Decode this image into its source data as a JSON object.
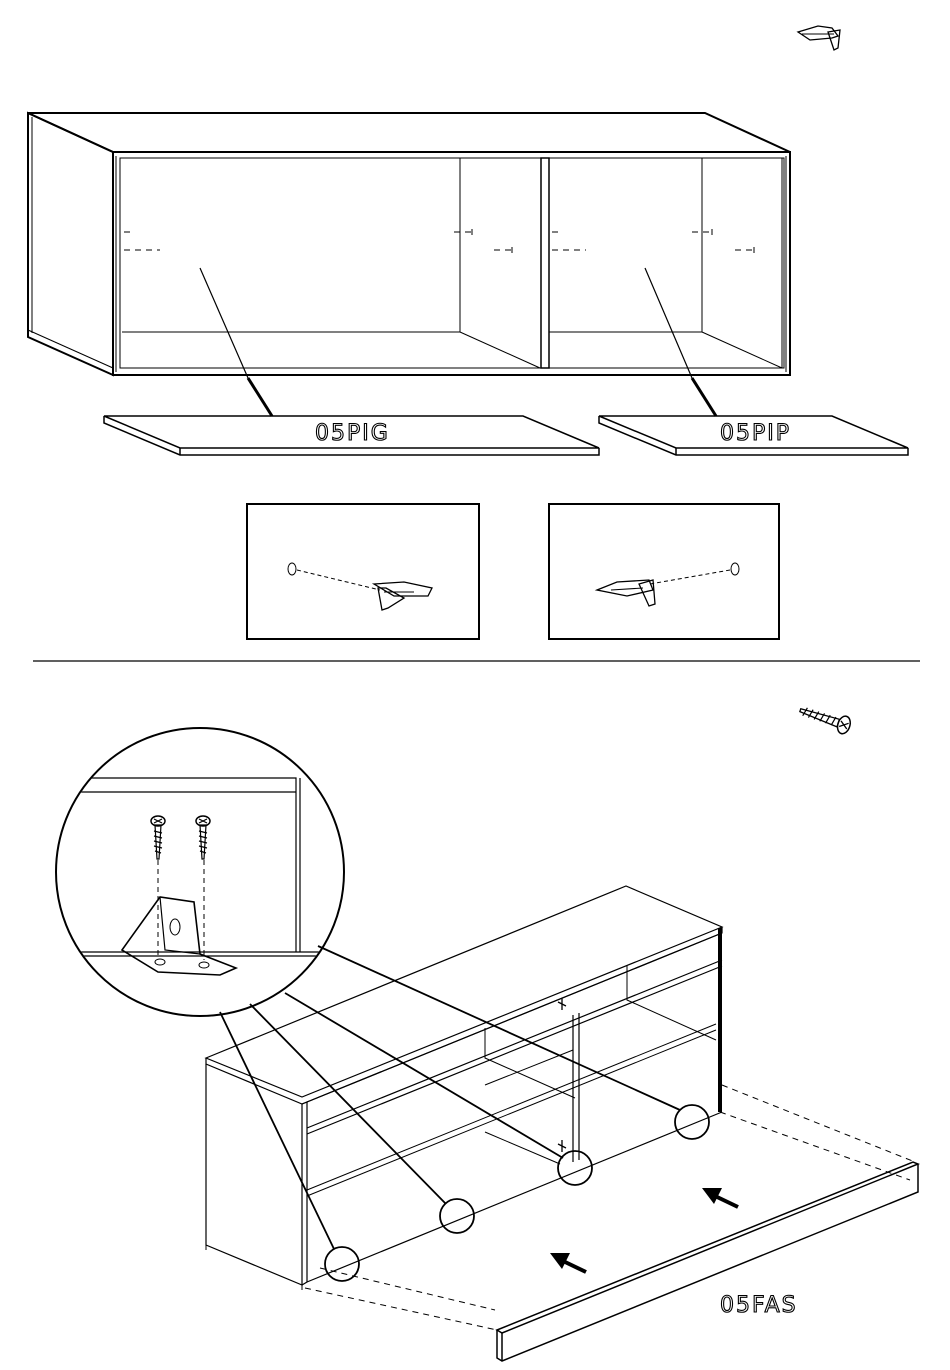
{
  "step_top": {
    "hardware_icon": "shelf-support-pin-icon",
    "parts": [
      {
        "code": "05PIG"
      },
      {
        "code": "05PIP"
      }
    ],
    "detail_left_icon": "shelf-support-pin-icon",
    "detail_right_icon": "shelf-support-pin-icon"
  },
  "step_bottom": {
    "hardware_icon": "wood-screw-icon",
    "detail_icons": [
      "wood-screw-icon",
      "wood-screw-icon",
      "angle-bracket-icon"
    ],
    "part": {
      "code": "05FAS"
    },
    "arrow_icon": "push-arrow-icon"
  },
  "colors": {
    "ink": "#000000",
    "paper": "#ffffff"
  }
}
